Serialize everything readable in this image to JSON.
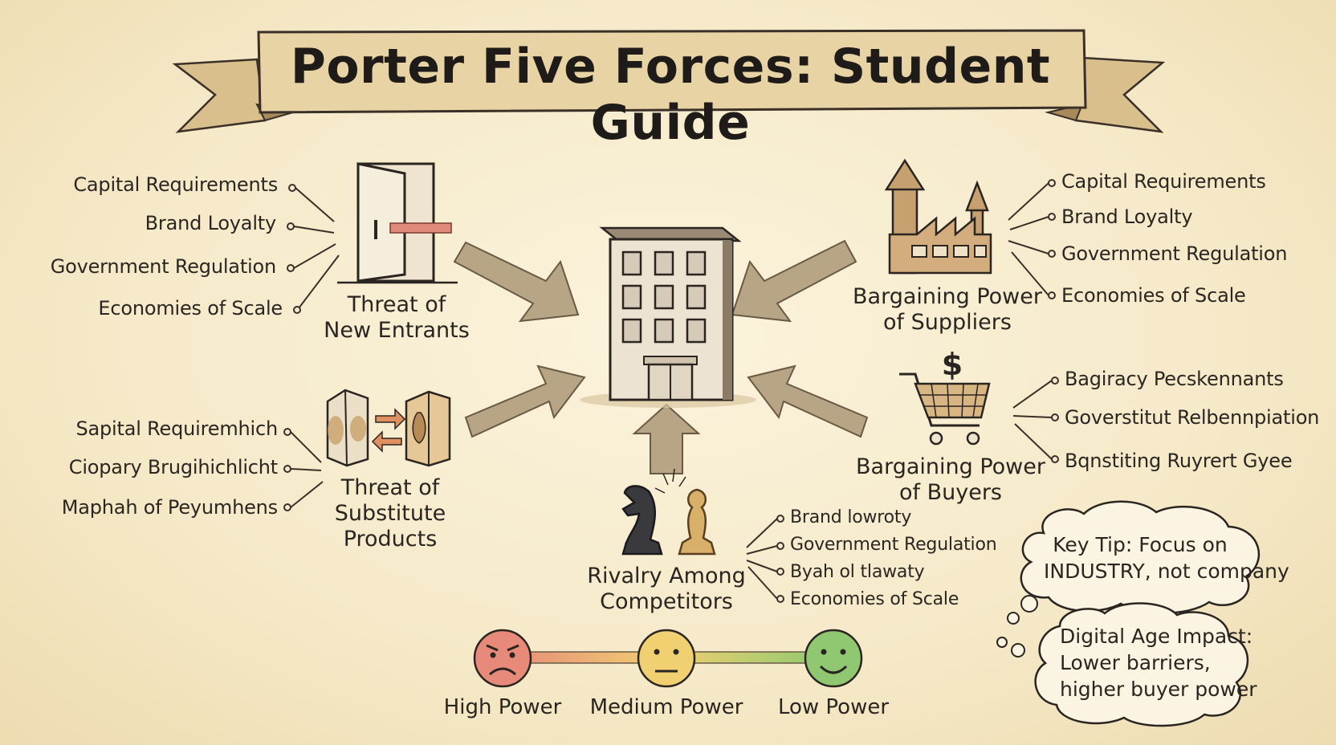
{
  "title": "Porter Five Forces: Student Guide",
  "forces": {
    "new_entrants": {
      "label_line1": "Threat of",
      "label_line2": "New Entrants",
      "factors": [
        "Capital Requirements",
        "Brand Loyalty",
        "Government Regulation",
        "Economies of Scale"
      ]
    },
    "suppliers": {
      "label_line1": "Bargaining Power",
      "label_line2": "of Suppliers",
      "factors": [
        "Capital Requirements",
        "Brand Loyalty",
        "Government Regulation",
        "Economies of Scale"
      ]
    },
    "substitutes": {
      "label_line1": "Threat of",
      "label_line2": "Substitute",
      "label_line3": "Products",
      "factors": [
        "Sapital Requiremhich",
        "Ciopary Brugihichlicht",
        "Maphah of Peyumhens"
      ]
    },
    "buyers": {
      "label_line1": "Bargaining Power",
      "label_line2": "of Buyers",
      "currency_symbol": "$",
      "factors": [
        "Bagiracy Pecskennants",
        "Goverstitut Relbennpiation",
        "Bqnstiting Ruyrert Gyee"
      ]
    },
    "rivalry": {
      "label_line1": "Rivalry Among",
      "label_line2": "Competitors",
      "factors": [
        "Brand lowroty",
        "Government Regulation",
        "Byah ol tlawaty",
        "Economies of Scale"
      ]
    }
  },
  "tips": {
    "key_tip_line1": "Key Tip: Focus on",
    "key_tip_line2": "INDUSTRY, not company",
    "digital_line1": "Digital Age Impact:",
    "digital_line2": "Lower barriers,",
    "digital_line3": "higher buyer power"
  },
  "power_scale": {
    "high": "High Power",
    "medium": "Medium Power",
    "low": "Low Power"
  },
  "colors": {
    "high": "#e88a7a",
    "medium": "#f0d070",
    "low": "#8fc870",
    "arrow": "#b8a586",
    "ink": "#2a2520"
  }
}
